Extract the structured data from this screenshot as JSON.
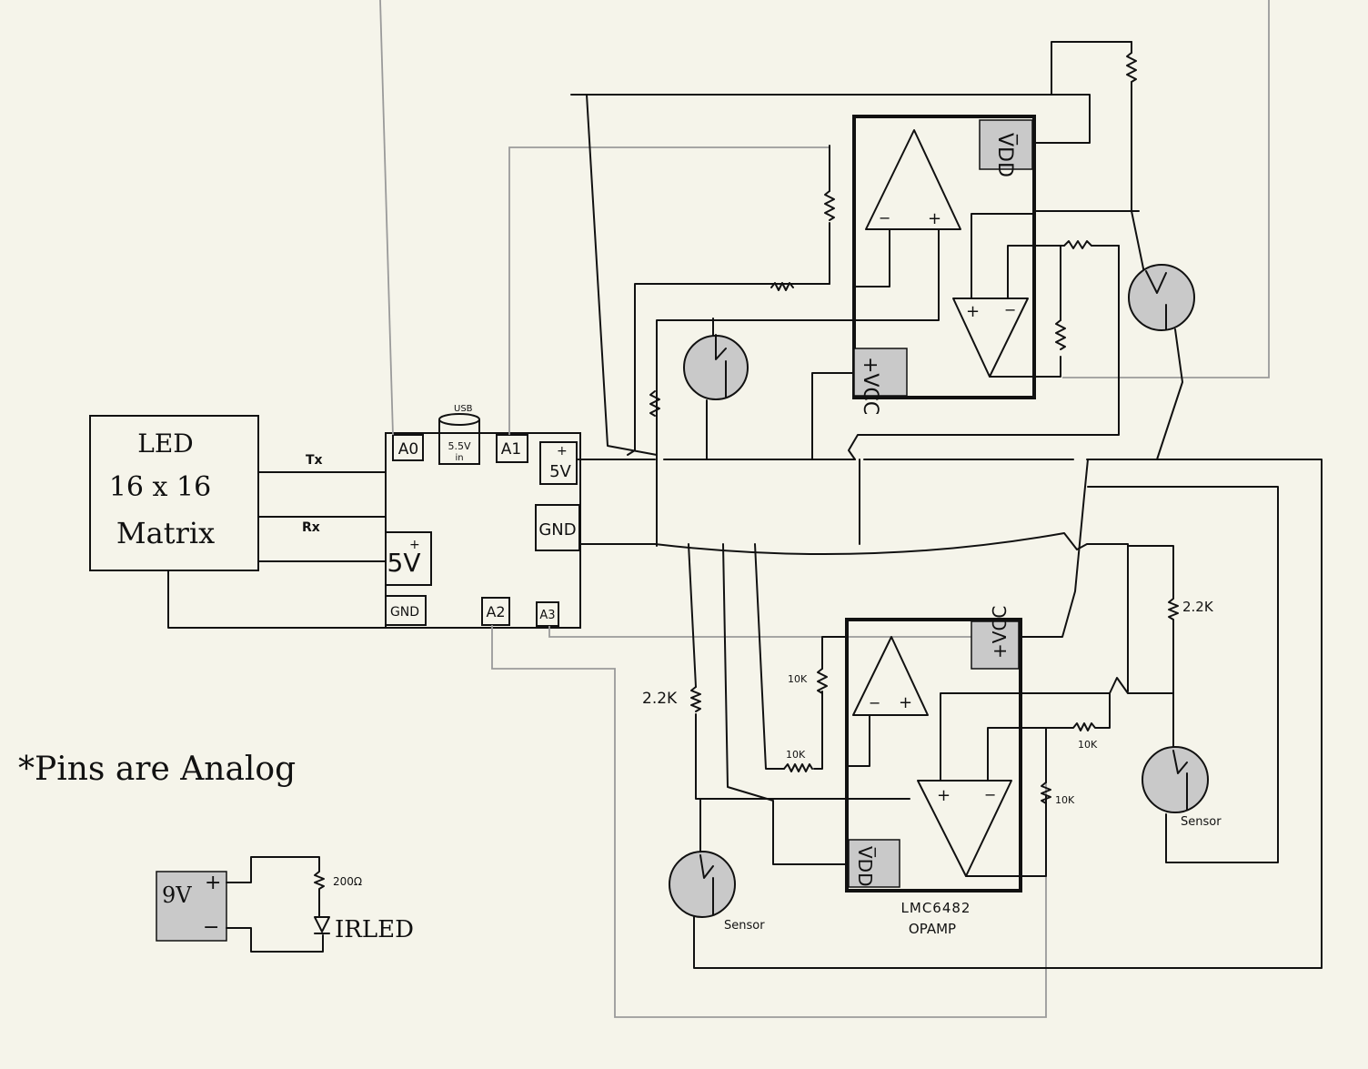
{
  "colors": {
    "background": "#f5f4ea",
    "ink": "#111111",
    "gray_wire": "#9a9a9a",
    "pad": "#c9c9c9"
  },
  "matrix": {
    "line1": "LED",
    "line2": "16 x 16",
    "line3": "Matrix",
    "tx": "Tx",
    "rx": "Rx"
  },
  "board": {
    "a0": "A0",
    "usb": "USB",
    "vin_top": "5.5V",
    "vin_bot": "in",
    "a1": "A1",
    "five_v_right": "5V",
    "plus": "+",
    "gnd_right": "GND",
    "five_v_left": "5V",
    "gnd_left": "GND",
    "a2": "A2",
    "a3": "A3"
  },
  "note": "*Pins are Analog",
  "battery": {
    "label": "9V",
    "plus": "+",
    "minus": "−"
  },
  "ir": {
    "resistor": "200Ω",
    "led": "IRLED"
  },
  "opamp_top": {
    "vdd": "V̅DD",
    "vcc": "+VCC",
    "amp1_minus": "−",
    "amp1_plus": "+",
    "amp2_plus": "+",
    "amp2_minus": "−"
  },
  "opamp_bottom": {
    "vcc": "+VCC",
    "vdd": "V̅DD",
    "amp1_minus": "−",
    "amp1_plus": "+",
    "amp2_plus": "+",
    "amp2_minus": "−",
    "chip": "LMC6482",
    "type": "OPAMP"
  },
  "resistors": {
    "r_2k2_right": "2.2K",
    "r_2k2_left": "2.2K",
    "r_10k_a": "10K",
    "r_10k_b": "10K",
    "r_10k_c": "10K",
    "r_10k_d": "10K"
  },
  "sensors": {
    "left": "Sensor",
    "right": "Sensor"
  }
}
